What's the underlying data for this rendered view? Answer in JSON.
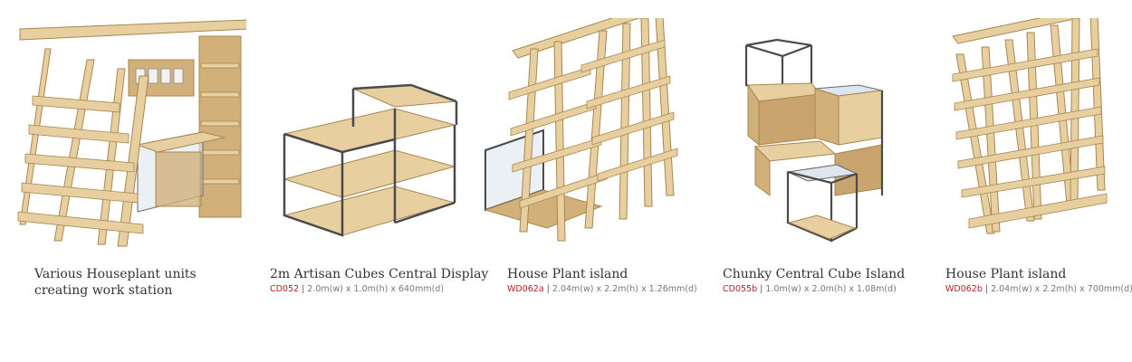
{
  "products": [
    {
      "title": "Various Houseplant units creating work station",
      "code": "",
      "dims": "",
      "icon": "wooden-a-frame-work-station"
    },
    {
      "title": "2m Artisan Cubes Central Display",
      "code": "CD052",
      "dims": "2.0m(w) x 1.0m(h) x 640mm(d)",
      "icon": "metal-cube-display"
    },
    {
      "title": "House Plant island",
      "code": "WD062a",
      "dims": "2.04m(w) x 2.2m(h) x 1.26mm(d)",
      "icon": "wooden-a-frame-island"
    },
    {
      "title": "Chunky Central Cube Island",
      "code": "CD055b",
      "dims": "1.0m(w) x 2.0m(h) x 1.08m(d)",
      "icon": "stacked-cube-island"
    },
    {
      "title": "House Plant island",
      "code": "WD062b",
      "dims": "2.04m(w) x 2.2m(h) x 700mm(d)",
      "icon": "wooden-a-frame-island"
    }
  ],
  "separator": "|",
  "colors": {
    "wood_light": "#e8cfa0",
    "wood_mid": "#d2b07a",
    "wood_dark": "#a8864e",
    "metal": "#4a4a4a",
    "glass": "#dde6ee",
    "code_red": "#b22222"
  }
}
